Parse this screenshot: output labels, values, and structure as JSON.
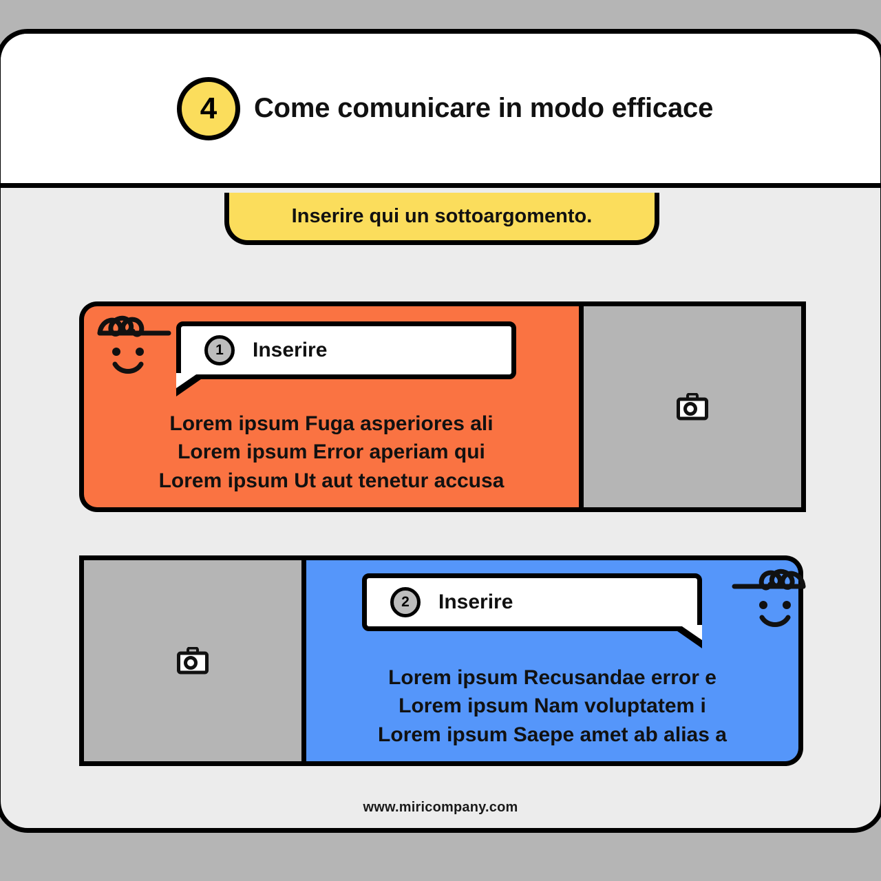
{
  "header": {
    "step_number": "4",
    "title": "Come comunicare in modo efficace"
  },
  "subtitle": {
    "text": "Inserire qui un sottoargomento."
  },
  "cards": [
    {
      "number": "1",
      "label": "Inserire",
      "color": "#fa7342",
      "media_icon": "camera-icon",
      "media_position": "right",
      "lines": [
        "Lorem ipsum Fuga asperiores ali",
        "Lorem ipsum Error aperiam qui",
        "Lorem ipsum Ut aut tenetur accusa"
      ]
    },
    {
      "number": "2",
      "label": "Inserire",
      "color": "#5596fa",
      "media_icon": "camera-icon",
      "media_position": "left",
      "lines": [
        "Lorem ipsum Recusandae error e",
        "Lorem ipsum Nam voluptatem i",
        "Lorem ipsum Saepe amet ab alias a"
      ]
    }
  ],
  "footer": {
    "url": "www.miricompany.com"
  },
  "colors": {
    "accent_yellow": "#fbdd5c",
    "card_one": "#fa7342",
    "card_two": "#5596fa",
    "media_gray": "#b5b5b5",
    "page_background": "#b5b5b5",
    "frame_background": "#ececec",
    "outline": "#000000"
  }
}
